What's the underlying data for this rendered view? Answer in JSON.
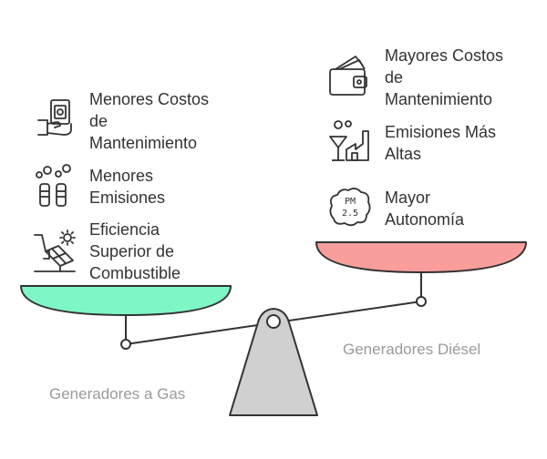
{
  "diagram": {
    "left_side": {
      "caption": "Generadores a Gas",
      "pan_color": "#7ef7c4",
      "items": [
        {
          "text": "Menores Costos\nde\nMantenimiento",
          "icon": "hand-money-icon"
        },
        {
          "text": "Menores\nEmisiones",
          "icon": "smokestacks-icon"
        },
        {
          "text": "Eficiencia\nSuperior de\nCombustible",
          "icon": "solar-panel-icon"
        }
      ]
    },
    "right_side": {
      "caption": "Generadores Diésel",
      "pan_color": "#fa9e9c",
      "items": [
        {
          "text": "Mayores Costos\nde\nMantenimiento",
          "icon": "wallet-icon"
        },
        {
          "text": "Emisiones Más\nAltas",
          "icon": "factory-icon"
        },
        {
          "text": "Mayor\nAutonomía",
          "icon": "pm25-cloud-icon"
        }
      ]
    },
    "fulcrum_color": "#d0d0d0",
    "pm_label_top": "PM",
    "pm_label_bottom": "2.5"
  }
}
